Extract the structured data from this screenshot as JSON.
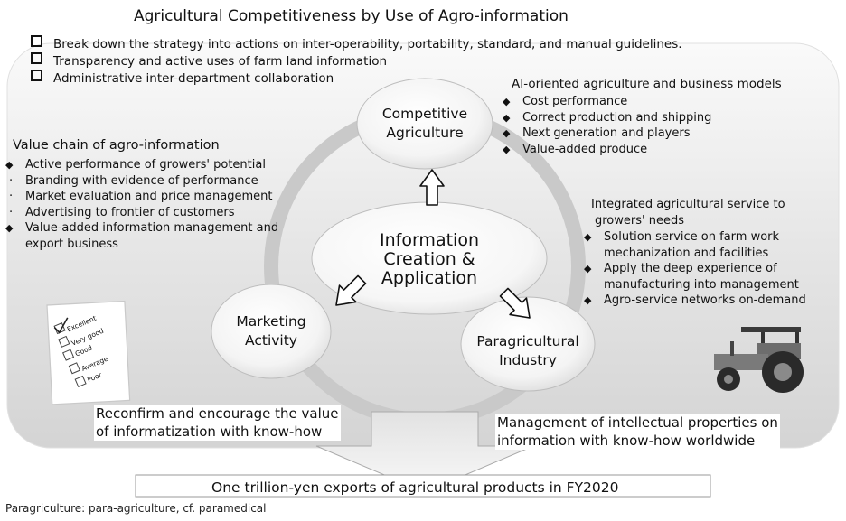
{
  "title": "Agricultural Competitiveness by Use of Agro-information",
  "top_bullets": [
    "Break down the strategy into actions on inter-operability, portability, standard, and manual guidelines.",
    "Transparency and active uses of farm land information",
    "Administrative inter-department collaboration"
  ],
  "nodes": {
    "competitive": [
      "Competitive",
      "Agriculture"
    ],
    "center": [
      "Information",
      "Creation &",
      "Application"
    ],
    "marketing": [
      "Marketing",
      "Activity"
    ],
    "para": [
      "Paragricultural",
      "Industry"
    ]
  },
  "left_panel": {
    "heading": "Value chain of agro-information",
    "items": [
      {
        "mark": "diamond",
        "text": "Active performance of growers' potential"
      },
      {
        "mark": "dot",
        "text": "Branding with evidence of performance"
      },
      {
        "mark": "dot",
        "text": "Market evaluation and price management"
      },
      {
        "mark": "dot",
        "text": "Advertising to frontier of customers"
      },
      {
        "mark": "diamond",
        "text": "Value-added information management and"
      },
      {
        "mark": "none",
        "text": "export business"
      }
    ]
  },
  "right_top_panel": {
    "heading": "AI-oriented agriculture and business models",
    "items": [
      "Cost performance",
      "Correct production and shipping",
      "Next generation and players",
      "Value-added produce"
    ]
  },
  "right_mid_panel": {
    "heading_lines": [
      "Integrated agricultural service to",
      "growers' needs"
    ],
    "items": [
      {
        "mark": "diamond",
        "text": "Solution service on farm work"
      },
      {
        "mark": "none",
        "text": "mechanization and facilities"
      },
      {
        "mark": "diamond",
        "text": "Apply the deep experience of"
      },
      {
        "mark": "none",
        "text": "manufacturing into management"
      },
      {
        "mark": "diamond",
        "text": "Agro-service networks on-demand"
      }
    ]
  },
  "checklist": [
    "Excellent",
    "Very good",
    "Good",
    "Average",
    "Poor"
  ],
  "bottom_left_caption": [
    "Reconfirm and encourage the value",
    "of informatization with know-how"
  ],
  "bottom_right_caption": [
    "Management of intellectual properties on",
    "information with know-how worldwide"
  ],
  "goal": "One trillion-yen exports of agricultural products in FY2020",
  "footnote": "Paragriculture: para-agriculture, cf. paramedical"
}
